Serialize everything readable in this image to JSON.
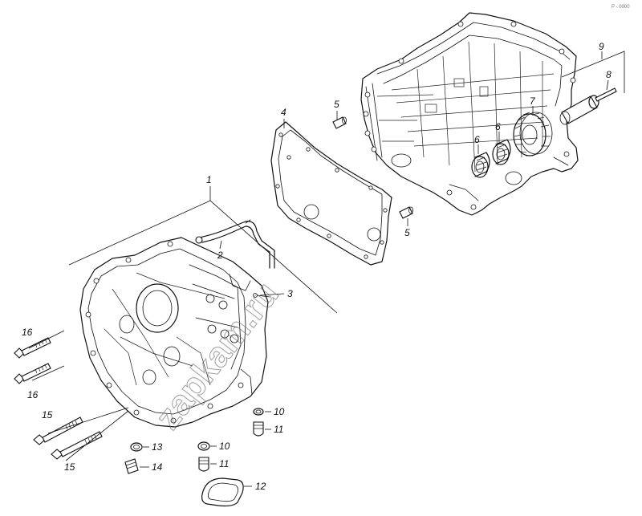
{
  "diagram": {
    "watermark": "zapkam.ru",
    "corner_mark": "P - 0000",
    "parts": [
      {
        "id": "1",
        "label": "1"
      },
      {
        "id": "2",
        "label": "2"
      },
      {
        "id": "3",
        "label": "3"
      },
      {
        "id": "4",
        "label": "4"
      },
      {
        "id": "5a",
        "label": "5"
      },
      {
        "id": "5b",
        "label": "5"
      },
      {
        "id": "6a",
        "label": "6"
      },
      {
        "id": "6b",
        "label": "6"
      },
      {
        "id": "7",
        "label": "7"
      },
      {
        "id": "8",
        "label": "8"
      },
      {
        "id": "9",
        "label": "9"
      },
      {
        "id": "10a",
        "label": "10"
      },
      {
        "id": "10b",
        "label": "10"
      },
      {
        "id": "11a",
        "label": "11"
      },
      {
        "id": "11b",
        "label": "11"
      },
      {
        "id": "12",
        "label": "12"
      },
      {
        "id": "13",
        "label": "13"
      },
      {
        "id": "14",
        "label": "14"
      },
      {
        "id": "15a",
        "label": "15"
      },
      {
        "id": "15b",
        "label": "15"
      },
      {
        "id": "16a",
        "label": "16"
      },
      {
        "id": "16b",
        "label": "16"
      }
    ]
  }
}
